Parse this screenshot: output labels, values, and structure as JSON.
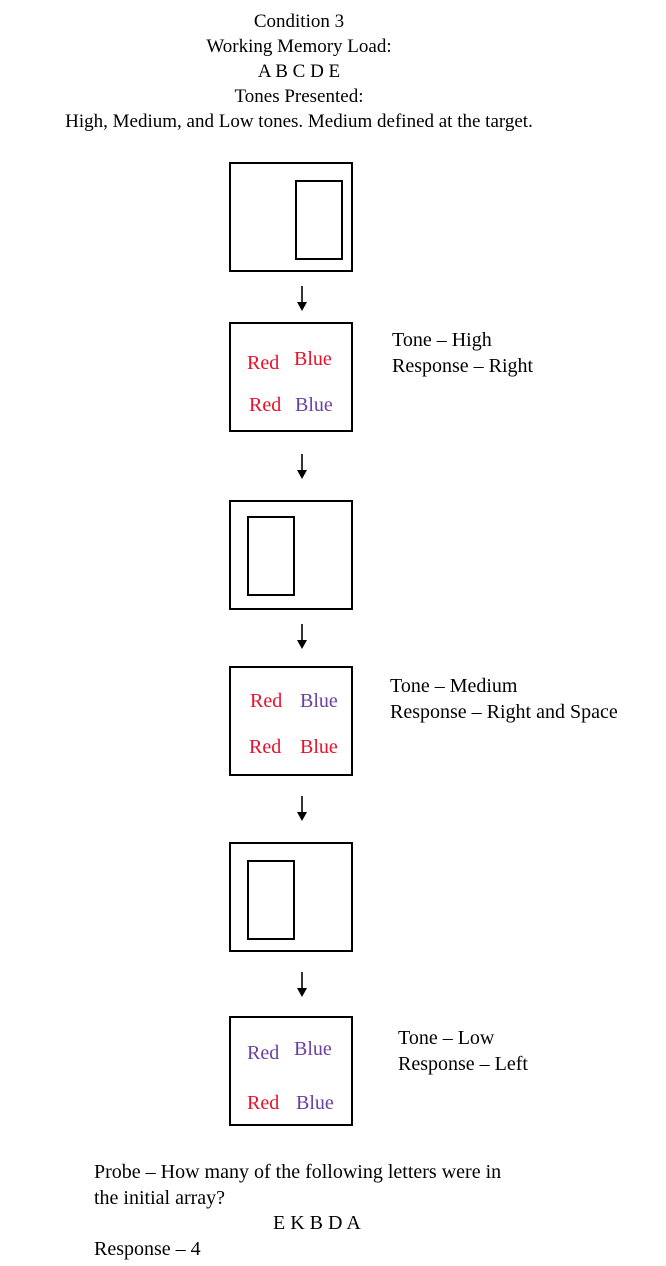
{
  "header": {
    "line1": "Condition 3",
    "line2": "Working Memory Load:",
    "line3": "A B C D E",
    "line4": "Tones Presented:",
    "line5": "High, Medium, and Low tones. Medium defined at the target."
  },
  "colors": {
    "red": "#e8102a",
    "purple": "#6b3fa0",
    "black": "#000000"
  },
  "trials": [
    {
      "words": [
        "Red",
        "Blue",
        "Red",
        "Blue"
      ],
      "word_colors": [
        "red",
        "red",
        "red",
        "purple"
      ],
      "tone": "Tone – High",
      "response": "Response – Right"
    },
    {
      "words": [
        "Red",
        "Blue",
        "Red",
        "Blue"
      ],
      "word_colors": [
        "red",
        "purple",
        "red",
        "red"
      ],
      "tone": "Tone – Medium",
      "response": "Response – Right and Space"
    },
    {
      "words": [
        "Red",
        "Blue",
        "Red",
        "Blue"
      ],
      "word_colors": [
        "purple",
        "purple",
        "red",
        "purple"
      ],
      "tone": "Tone – Low",
      "response": "Response – Left"
    }
  ],
  "probe": {
    "line1": "Probe – How many of the following letters were in",
    "line2": "the initial array?",
    "letters": "E K B D A",
    "response": "Response – 4"
  }
}
